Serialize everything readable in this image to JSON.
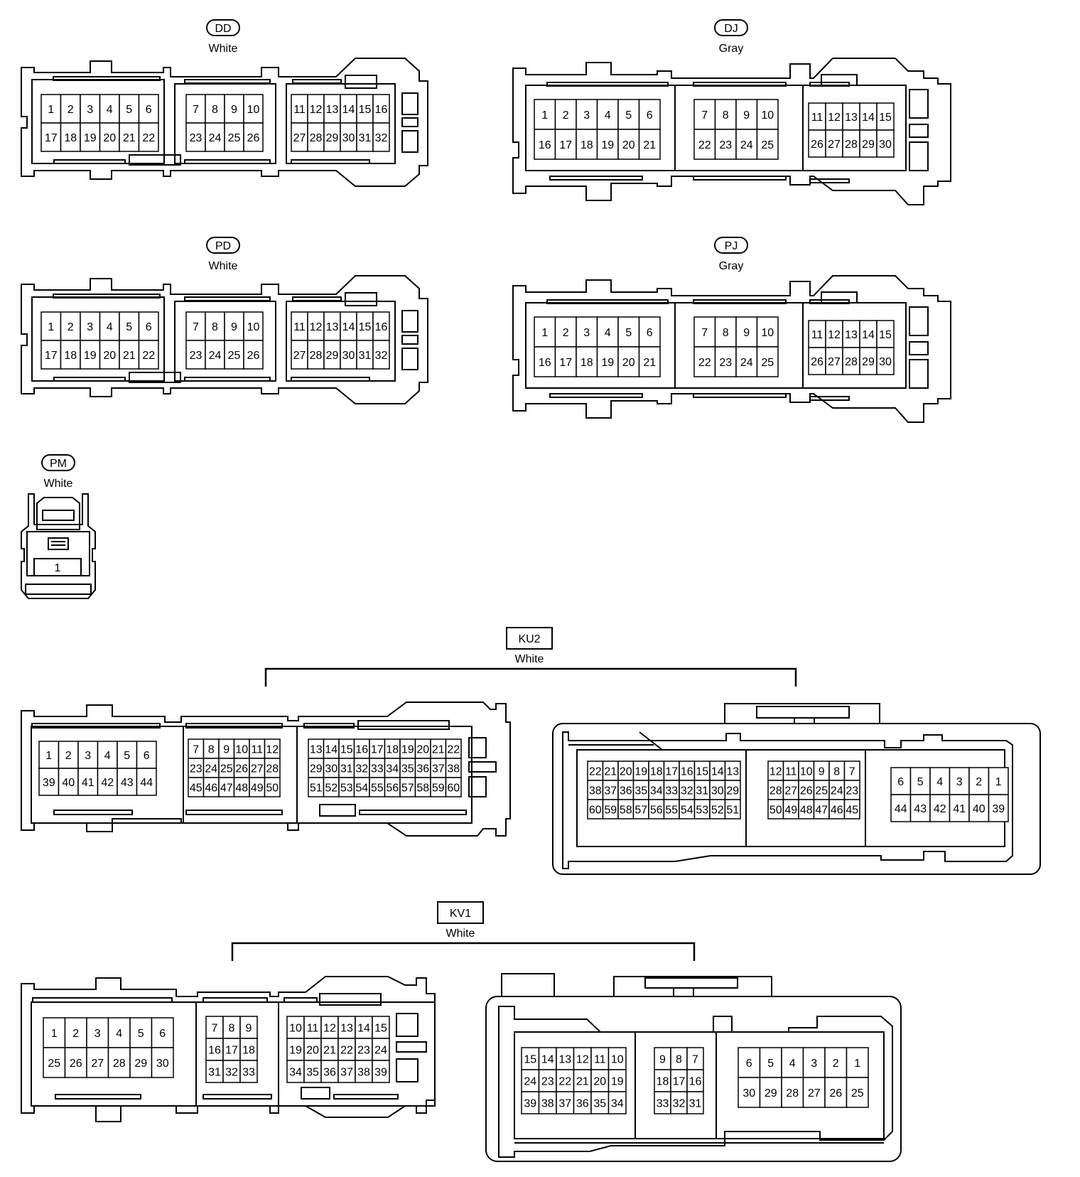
{
  "connectors": {
    "dd": {
      "code": "DD",
      "color": "White",
      "blocks": [
        {
          "rows": [
            [
              "1",
              "2",
              "3",
              "4",
              "5",
              "6"
            ],
            [
              "17",
              "18",
              "19",
              "20",
              "21",
              "22"
            ]
          ]
        },
        {
          "rows": [
            [
              "7",
              "8",
              "9",
              "10"
            ],
            [
              "23",
              "24",
              "25",
              "26"
            ]
          ]
        },
        {
          "rows": [
            [
              "11",
              "12",
              "13",
              "14",
              "15",
              "16"
            ],
            [
              "27",
              "28",
              "29",
              "30",
              "31",
              "32"
            ]
          ]
        }
      ]
    },
    "dj": {
      "code": "DJ",
      "color": "Gray",
      "blocks": [
        {
          "rows": [
            [
              "1",
              "2",
              "3",
              "4",
              "5",
              "6"
            ],
            [
              "16",
              "17",
              "18",
              "19",
              "20",
              "21"
            ]
          ]
        },
        {
          "rows": [
            [
              "7",
              "8",
              "9",
              "10"
            ],
            [
              "22",
              "23",
              "24",
              "25"
            ]
          ]
        },
        {
          "rows": [
            [
              "11",
              "12",
              "13",
              "14",
              "15"
            ],
            [
              "26",
              "27",
              "28",
              "29",
              "30"
            ]
          ]
        }
      ]
    },
    "pd": {
      "code": "PD",
      "color": "White",
      "blocks": [
        {
          "rows": [
            [
              "1",
              "2",
              "3",
              "4",
              "5",
              "6"
            ],
            [
              "17",
              "18",
              "19",
              "20",
              "21",
              "22"
            ]
          ]
        },
        {
          "rows": [
            [
              "7",
              "8",
              "9",
              "10"
            ],
            [
              "23",
              "24",
              "25",
              "26"
            ]
          ]
        },
        {
          "rows": [
            [
              "11",
              "12",
              "13",
              "14",
              "15",
              "16"
            ],
            [
              "27",
              "28",
              "29",
              "30",
              "31",
              "32"
            ]
          ]
        }
      ]
    },
    "pj": {
      "code": "PJ",
      "color": "Gray",
      "blocks": [
        {
          "rows": [
            [
              "1",
              "2",
              "3",
              "4",
              "5",
              "6"
            ],
            [
              "16",
              "17",
              "18",
              "19",
              "20",
              "21"
            ]
          ]
        },
        {
          "rows": [
            [
              "7",
              "8",
              "9",
              "10"
            ],
            [
              "22",
              "23",
              "24",
              "25"
            ]
          ]
        },
        {
          "rows": [
            [
              "11",
              "12",
              "13",
              "14",
              "15"
            ],
            [
              "26",
              "27",
              "28",
              "29",
              "30"
            ]
          ]
        }
      ]
    },
    "pm": {
      "code": "PM",
      "color": "White",
      "pin": "1"
    },
    "ku2": {
      "code": "KU2",
      "color": "White",
      "male_blocks": [
        {
          "rows": [
            [
              "1",
              "2",
              "3",
              "4",
              "5",
              "6"
            ],
            [
              "39",
              "40",
              "41",
              "42",
              "43",
              "44"
            ]
          ]
        },
        {
          "rows": [
            [
              "7",
              "8",
              "9",
              "10",
              "11",
              "12"
            ],
            [
              "23",
              "24",
              "25",
              "26",
              "27",
              "28"
            ],
            [
              "45",
              "46",
              "47",
              "48",
              "49",
              "50"
            ]
          ]
        },
        {
          "rows": [
            [
              "13",
              "14",
              "15",
              "16",
              "17",
              "18",
              "19",
              "20",
              "21",
              "22"
            ],
            [
              "29",
              "30",
              "31",
              "32",
              "33",
              "34",
              "35",
              "36",
              "37",
              "38"
            ],
            [
              "51",
              "52",
              "53",
              "54",
              "55",
              "56",
              "57",
              "58",
              "59",
              "60"
            ]
          ]
        }
      ],
      "female_blocks": [
        {
          "rows": [
            [
              "22",
              "21",
              "20",
              "19",
              "18",
              "17",
              "16",
              "15",
              "14",
              "13"
            ],
            [
              "38",
              "37",
              "36",
              "35",
              "34",
              "33",
              "32",
              "31",
              "30",
              "29"
            ],
            [
              "60",
              "59",
              "58",
              "57",
              "56",
              "55",
              "54",
              "53",
              "52",
              "51"
            ]
          ]
        },
        {
          "rows": [
            [
              "12",
              "11",
              "10",
              "9",
              "8",
              "7"
            ],
            [
              "28",
              "27",
              "26",
              "25",
              "24",
              "23"
            ],
            [
              "50",
              "49",
              "48",
              "47",
              "46",
              "45"
            ]
          ]
        },
        {
          "rows": [
            [
              "6",
              "5",
              "4",
              "3",
              "2",
              "1"
            ],
            [
              "44",
              "43",
              "42",
              "41",
              "40",
              "39"
            ]
          ]
        }
      ]
    },
    "kv1": {
      "code": "KV1",
      "color": "White",
      "male_blocks": [
        {
          "rows": [
            [
              "1",
              "2",
              "3",
              "4",
              "5",
              "6"
            ],
            [
              "25",
              "26",
              "27",
              "28",
              "29",
              "30"
            ]
          ]
        },
        {
          "rows": [
            [
              "7",
              "8",
              "9"
            ],
            [
              "16",
              "17",
              "18"
            ],
            [
              "31",
              "32",
              "33"
            ]
          ]
        },
        {
          "rows": [
            [
              "10",
              "11",
              "12",
              "13",
              "14",
              "15"
            ],
            [
              "19",
              "20",
              "21",
              "22",
              "23",
              "24"
            ],
            [
              "34",
              "35",
              "36",
              "37",
              "38",
              "39"
            ]
          ]
        }
      ],
      "female_blocks": [
        {
          "rows": [
            [
              "15",
              "14",
              "13",
              "12",
              "11",
              "10"
            ],
            [
              "24",
              "23",
              "22",
              "21",
              "20",
              "19"
            ],
            [
              "39",
              "38",
              "37",
              "36",
              "35",
              "34"
            ]
          ]
        },
        {
          "rows": [
            [
              "9",
              "8",
              "7"
            ],
            [
              "18",
              "17",
              "16"
            ],
            [
              "33",
              "32",
              "31"
            ]
          ]
        },
        {
          "rows": [
            [
              "6",
              "5",
              "4",
              "3",
              "2",
              "1"
            ],
            [
              "30",
              "29",
              "28",
              "27",
              "26",
              "25"
            ]
          ]
        }
      ]
    }
  }
}
